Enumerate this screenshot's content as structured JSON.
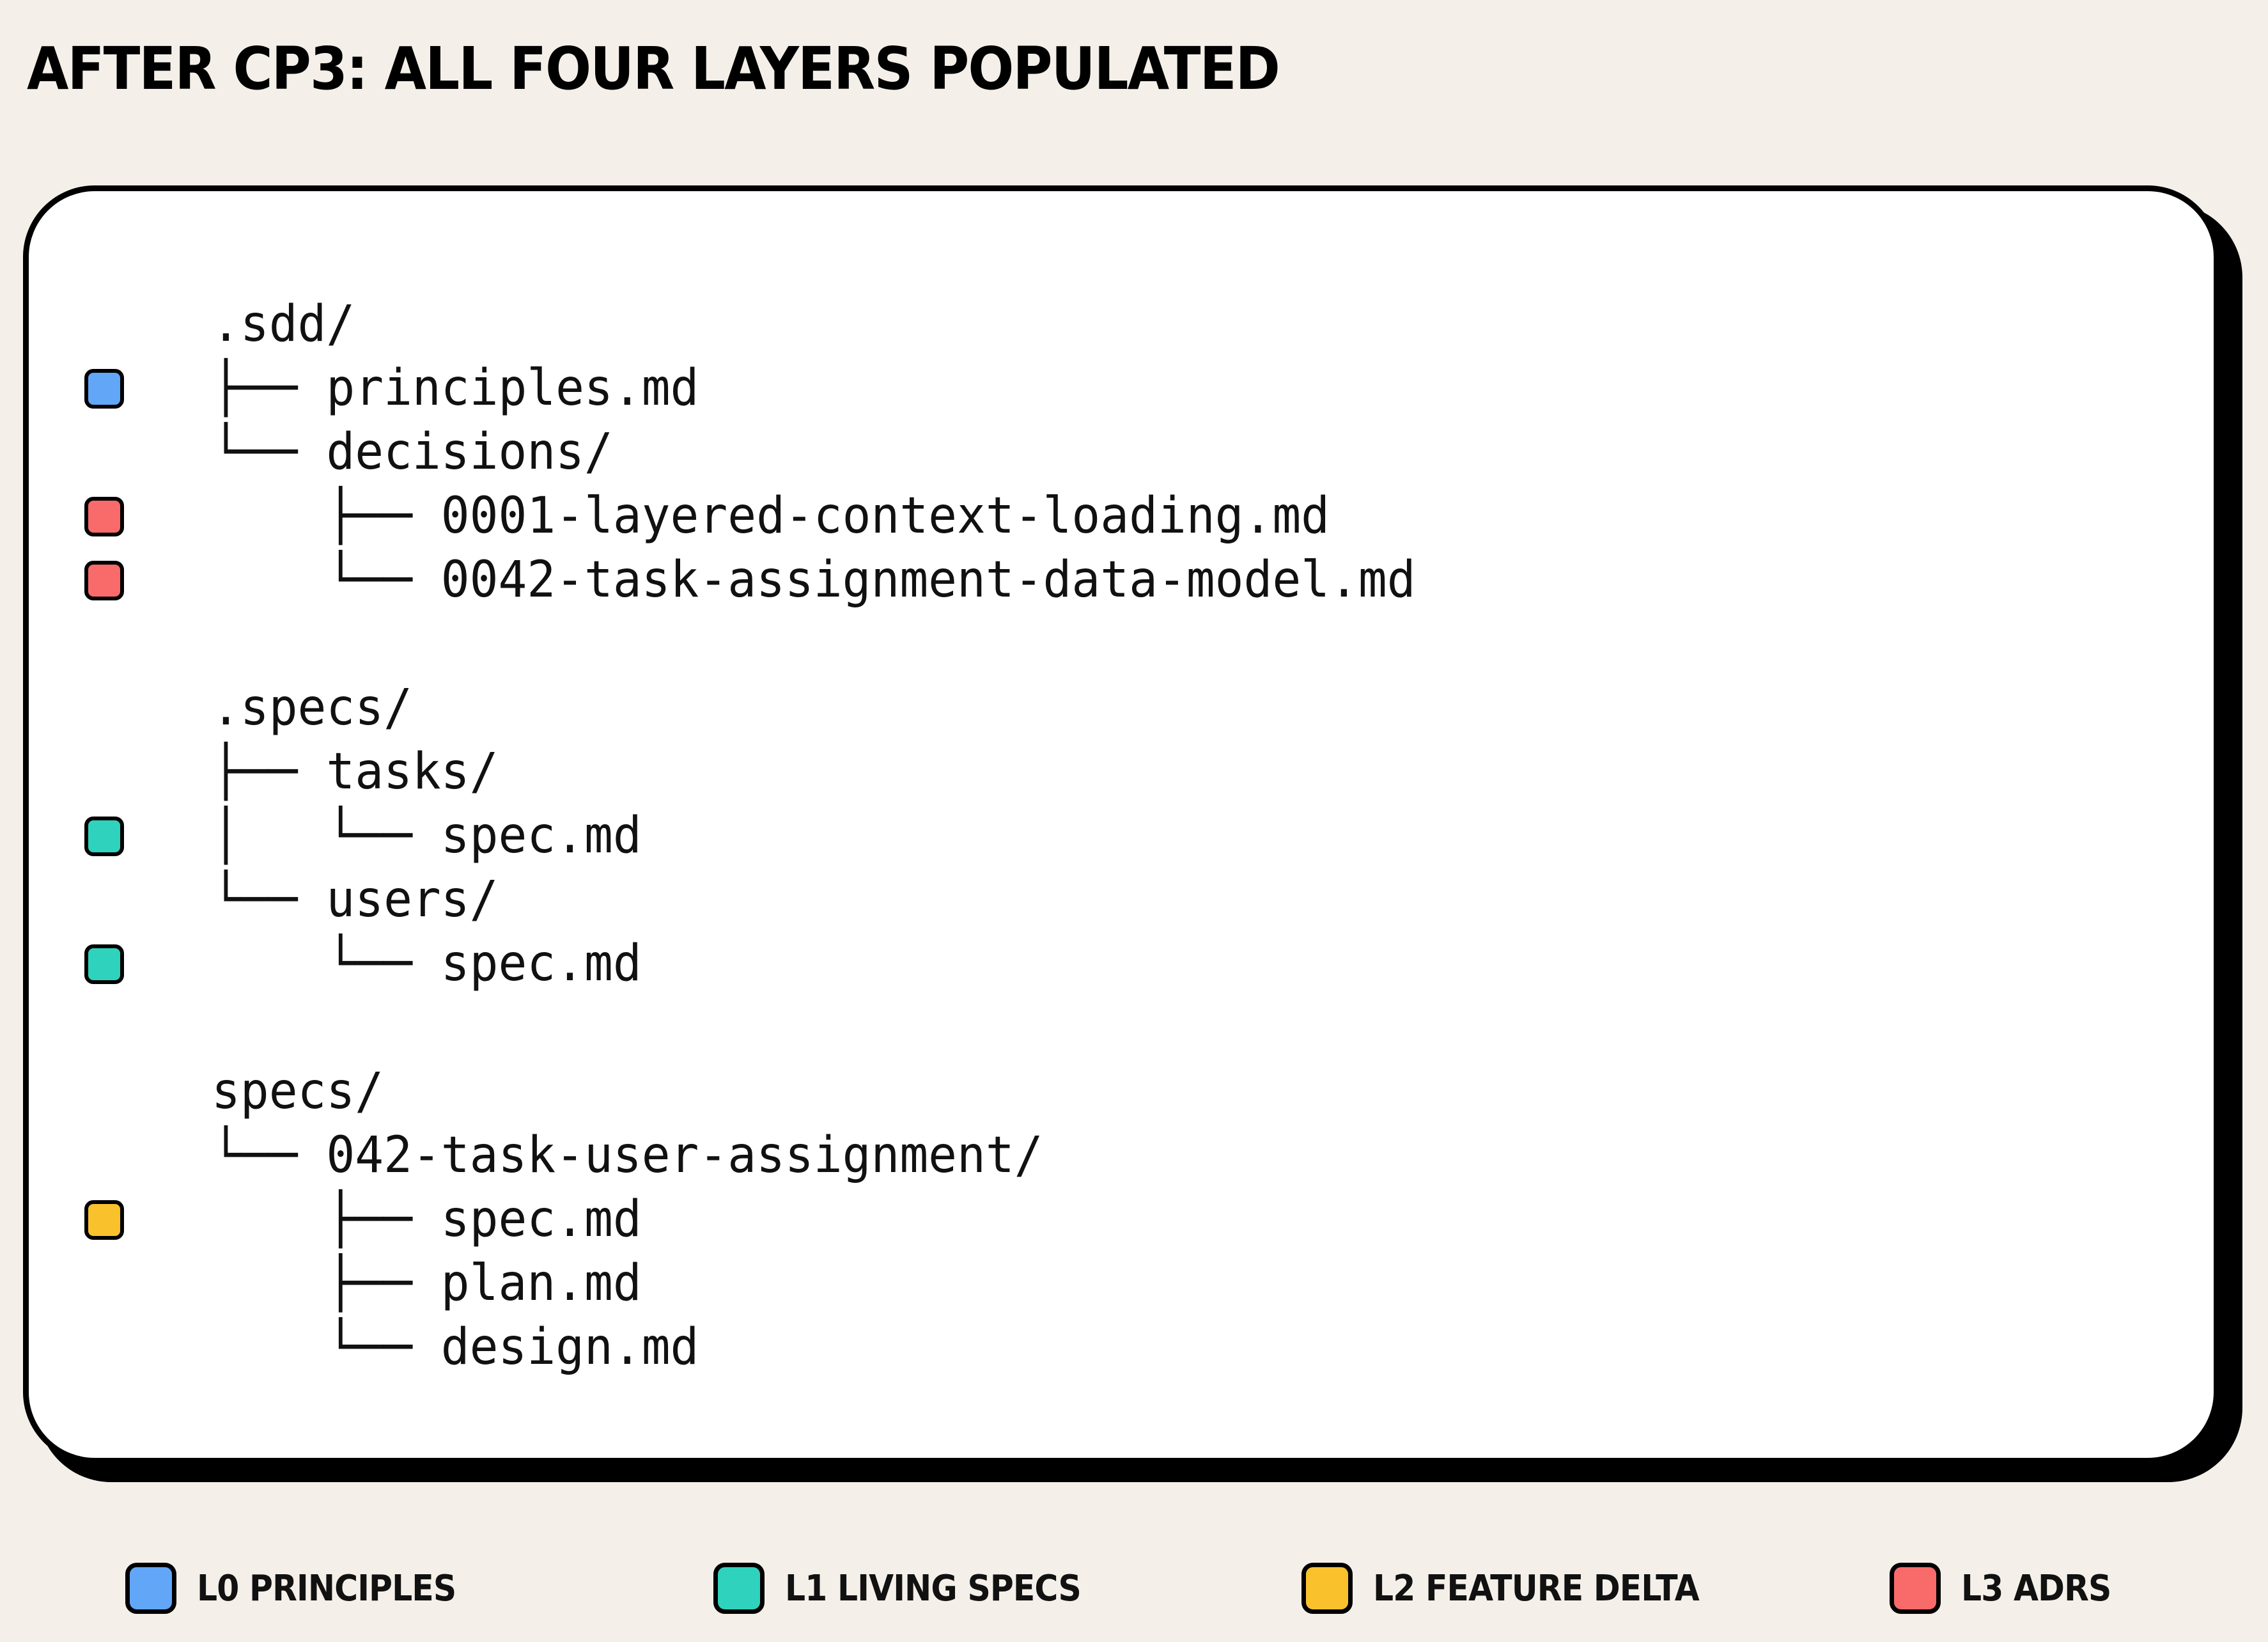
{
  "title": "AFTER CP3: ALL FOUR LAYERS POPULATED",
  "colors": {
    "background": "#f4f0e9",
    "panel": "#ffffff",
    "L0": "#62a6f8",
    "L1": "#2fd3bd",
    "L2": "#f9c22c",
    "L3": "#f96a6a"
  },
  "tree": [
    {
      "text": ".sdd/",
      "layer": null
    },
    {
      "text": "├── principles.md",
      "layer": "L0"
    },
    {
      "text": "└── decisions/",
      "layer": null
    },
    {
      "text": "    ├── 0001-layered-context-loading.md",
      "layer": "L3"
    },
    {
      "text": "    └── 0042-task-assignment-data-model.md",
      "layer": "L3"
    },
    {
      "text": "",
      "layer": null
    },
    {
      "text": ".specs/",
      "layer": null
    },
    {
      "text": "├── tasks/",
      "layer": null
    },
    {
      "text": "│   └── spec.md",
      "layer": "L1"
    },
    {
      "text": "└── users/",
      "layer": null
    },
    {
      "text": "    └── spec.md",
      "layer": "L1"
    },
    {
      "text": "",
      "layer": null
    },
    {
      "text": "specs/",
      "layer": null
    },
    {
      "text": "└── 042-task-user-assignment/",
      "layer": null
    },
    {
      "text": "    ├── spec.md",
      "layer": "L2"
    },
    {
      "text": "    ├── plan.md",
      "layer": null
    },
    {
      "text": "    └── design.md",
      "layer": null
    }
  ],
  "legend": [
    {
      "key": "L0",
      "label": "L0 PRINCIPLES"
    },
    {
      "key": "L1",
      "label": "L1 LIVING SPECS"
    },
    {
      "key": "L2",
      "label": "L2 FEATURE DELTA"
    },
    {
      "key": "L3",
      "label": "L3 ADRS"
    }
  ]
}
